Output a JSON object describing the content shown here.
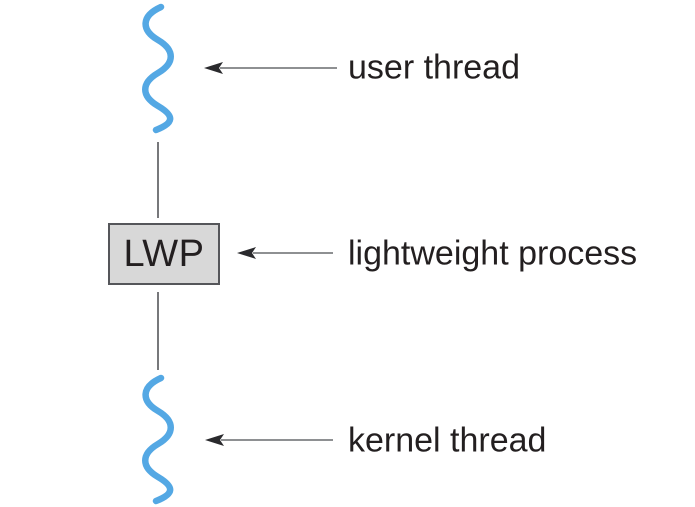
{
  "labels": {
    "user_thread": "user thread",
    "lightweight_process": "lightweight process",
    "kernel_thread": "kernel thread",
    "lwp": "LWP"
  },
  "icons": {
    "user_thread": "wavy-line-thread-icon",
    "kernel_thread": "wavy-line-thread-icon",
    "pointer": "left-arrow-icon"
  },
  "colors": {
    "background": "#ffffff",
    "thread": "#54a8e4",
    "connector": "#77787b",
    "arrow_line": "#8e9092",
    "arrow_head": "#2a2a2d",
    "text": "#231f20",
    "box_fill": "#d8d8d8",
    "box_border": "#55565a"
  }
}
